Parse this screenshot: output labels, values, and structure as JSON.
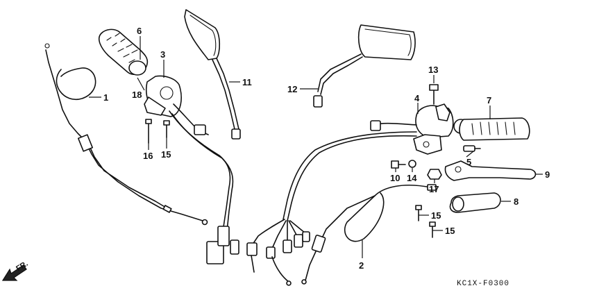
{
  "diagram_code": "KC1X-F0300",
  "direction_label": "FR.",
  "callouts": [
    {
      "id": "c1",
      "label": "1"
    },
    {
      "id": "c2",
      "label": "2"
    },
    {
      "id": "c3",
      "label": "3"
    },
    {
      "id": "c4",
      "label": "4"
    },
    {
      "id": "c5",
      "label": "5"
    },
    {
      "id": "c6",
      "label": "6"
    },
    {
      "id": "c7",
      "label": "7"
    },
    {
      "id": "c8",
      "label": "8"
    },
    {
      "id": "c9",
      "label": "9"
    },
    {
      "id": "c10",
      "label": "10"
    },
    {
      "id": "c11",
      "label": "11"
    },
    {
      "id": "c12",
      "label": "12"
    },
    {
      "id": "c13",
      "label": "13"
    },
    {
      "id": "c14",
      "label": "14"
    },
    {
      "id": "c15a",
      "label": "15"
    },
    {
      "id": "c15b",
      "label": "15"
    },
    {
      "id": "c15c",
      "label": "15"
    },
    {
      "id": "c16",
      "label": "16"
    },
    {
      "id": "c17",
      "label": "17"
    },
    {
      "id": "c18",
      "label": "18"
    }
  ]
}
